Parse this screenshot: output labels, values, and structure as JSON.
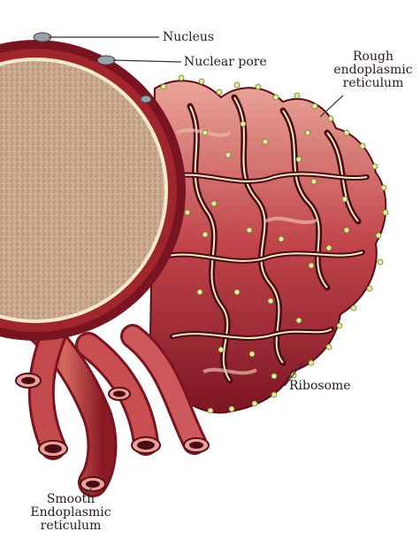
{
  "labels": {
    "nucleus": "Nucleus",
    "nuclear_pore": "Nuclear pore",
    "rough_er": [
      "Rough",
      "endoplasmic",
      "reticulum"
    ],
    "ribosome": "Ribosome",
    "smooth_er": [
      "Smooth",
      "Endoplasmic",
      "reticulum"
    ]
  },
  "colors": {
    "er_dark": "#7a1420",
    "er_mid": "#b0303a",
    "er_light": "#e8a49a",
    "er_lumen": "#4a0c12",
    "membrane_cream": "#f4ecc8",
    "nucleoplasm": "#c8a890",
    "ribosome": "#e0ec9a",
    "line": "#333333"
  }
}
